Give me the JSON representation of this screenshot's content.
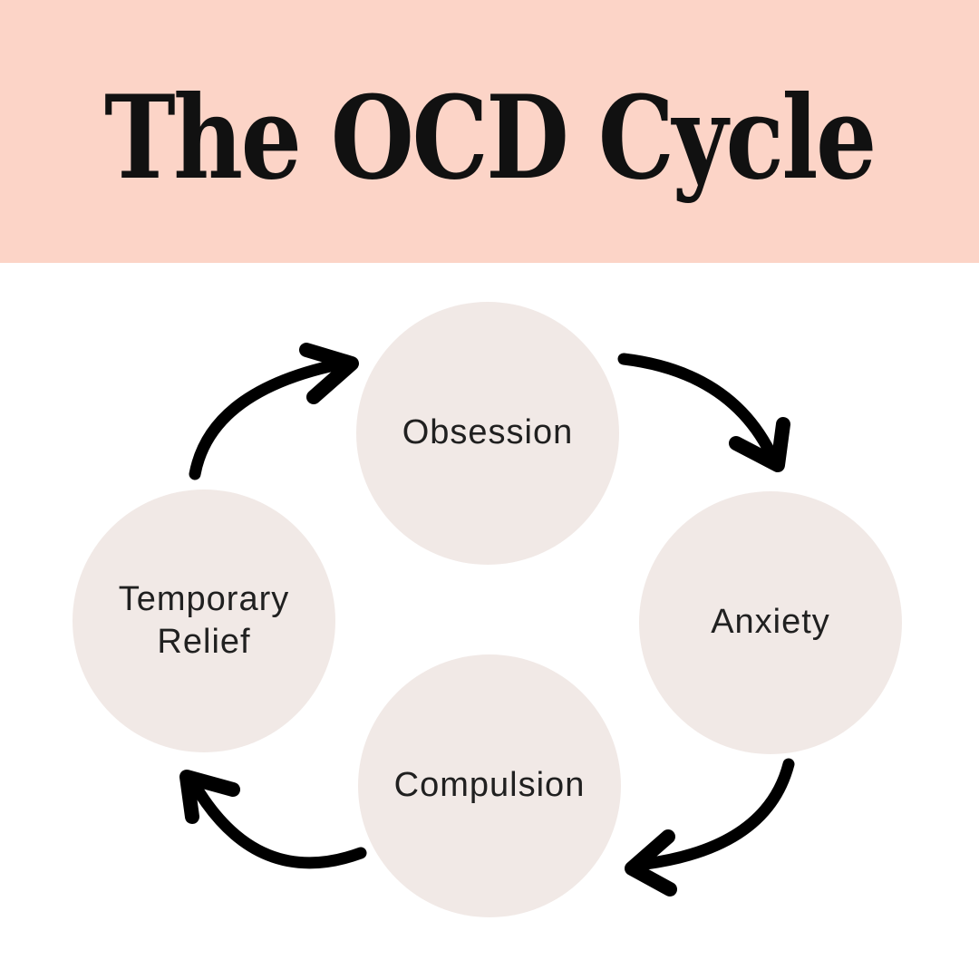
{
  "colors": {
    "header-bg": "#fcd4c7",
    "title": "#111111",
    "circle-fill": "#f1e9e6",
    "label": "#202020",
    "arrow": "#000000",
    "page-bg": "#ffffff"
  },
  "header": {
    "title": "The OCD Cycle"
  },
  "diagram": {
    "type": "cycle",
    "nodes": [
      {
        "id": "obsession",
        "label": "Obsession",
        "position": "top"
      },
      {
        "id": "anxiety",
        "label": "Anxiety",
        "position": "right"
      },
      {
        "id": "compulsion",
        "label": "Compulsion",
        "position": "bottom"
      },
      {
        "id": "temporary-relief",
        "label": "Temporary Relief",
        "position": "left"
      }
    ],
    "arrows": [
      {
        "id": "relief-to-obsession",
        "from": "temporary-relief",
        "to": "obsession"
      },
      {
        "id": "obsession-to-anxiety",
        "from": "obsession",
        "to": "anxiety"
      },
      {
        "id": "anxiety-to-compulsion",
        "from": "anxiety",
        "to": "compulsion"
      },
      {
        "id": "compulsion-to-relief",
        "from": "compulsion",
        "to": "temporary-relief"
      }
    ]
  }
}
